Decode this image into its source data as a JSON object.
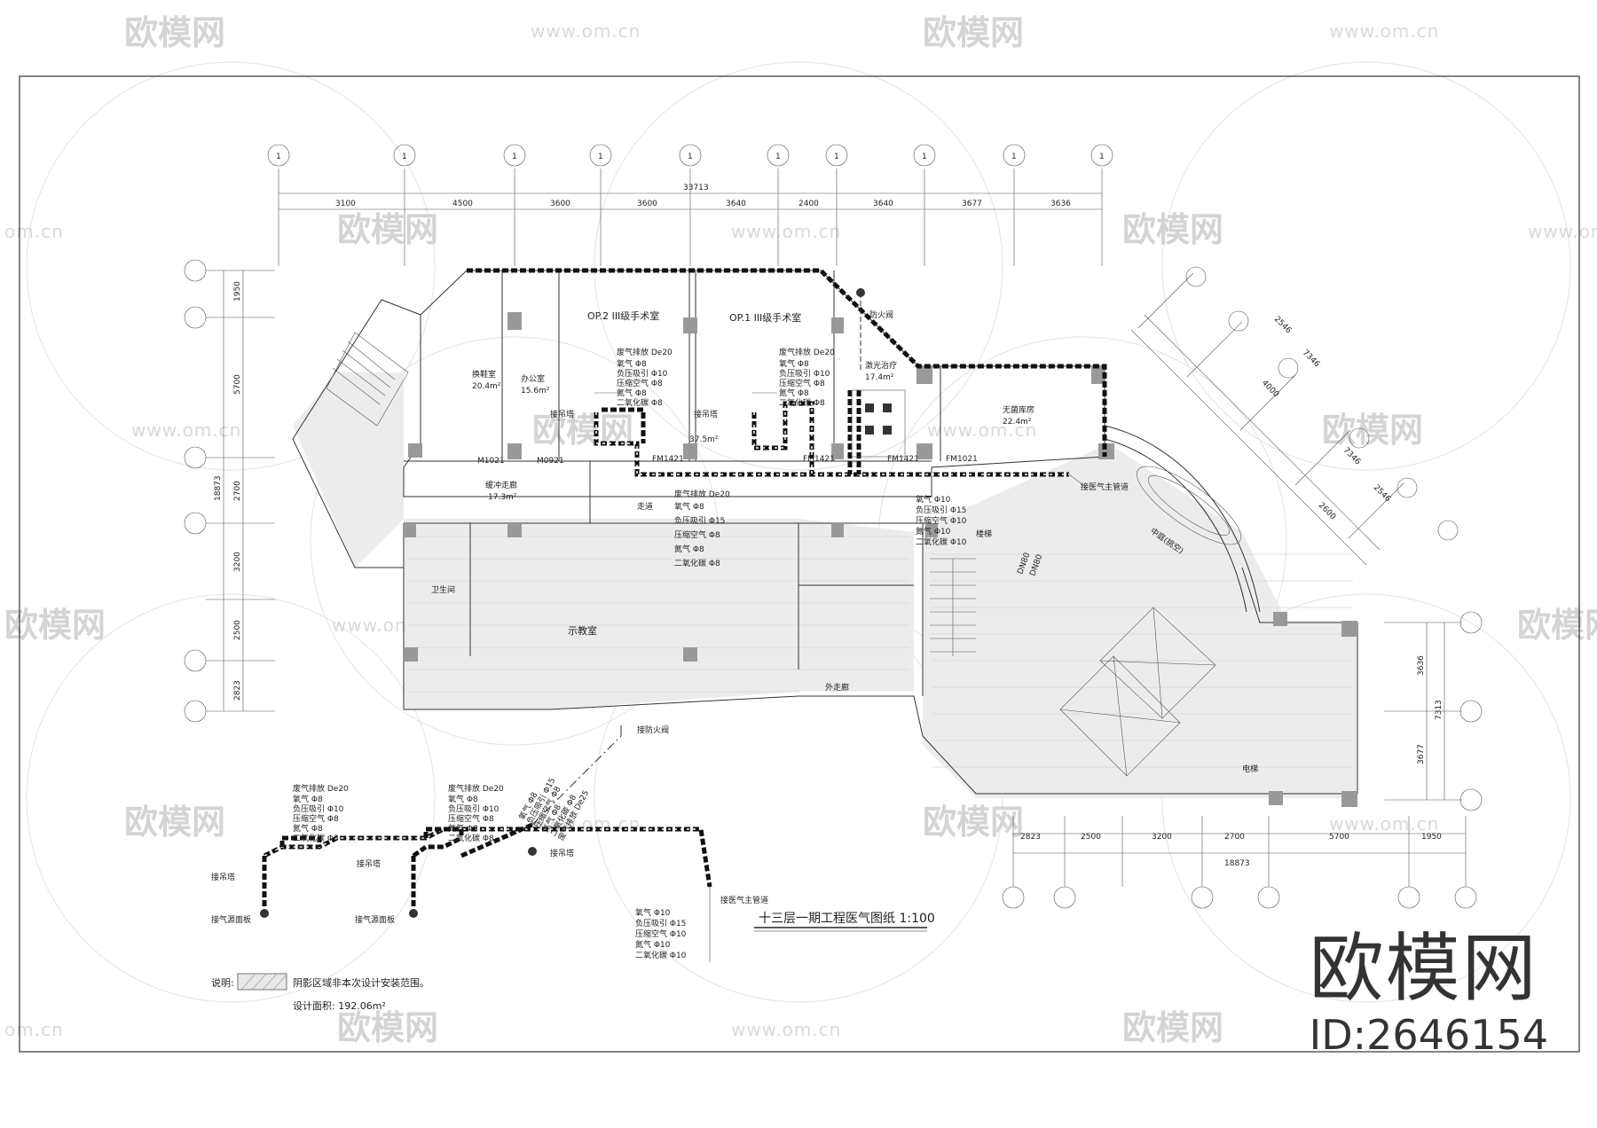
{
  "watermark": {
    "brand": "欧模网",
    "site": "www.om.cn",
    "site_short": "om.cn"
  },
  "brand_block": {
    "logo": "欧模网",
    "id": "ID:2646154"
  },
  "dimensions_top": {
    "total": "33713",
    "segments": [
      "3100",
      "4500",
      "3600",
      "3600",
      "3640",
      "2400",
      "3640",
      "3677",
      "3636"
    ]
  },
  "dimensions_left": {
    "total": "18873",
    "segments": [
      "1950",
      "5700",
      "2700",
      "3200",
      "2500",
      "2823"
    ]
  },
  "dimensions_right": {
    "total": "7313",
    "segments": [
      "3636",
      "3677"
    ]
  },
  "dimensions_bottom": {
    "total": "18873",
    "segments": [
      "2823",
      "2500",
      "3200",
      "2700",
      "5700",
      "1950"
    ]
  },
  "dimensions_diag": [
    "2546",
    "7346",
    "4000",
    "2546",
    "7346",
    "2600"
  ],
  "axis_marker": "1",
  "rooms": {
    "op2": "OP.2 III级手术室",
    "op1": "OP.1 III级手术室",
    "changing": "换鞋室",
    "changing_area": "20.4m²",
    "office": "办公室",
    "office_area": "15.6m²",
    "laser": "激光治疗",
    "laser_area": "17.4m²",
    "sterile": "无菌库房",
    "sterile_area": "22.4m²",
    "buffer": "缓冲走廊",
    "buffer_area": "17.3m²",
    "corridor_area": "37.5m²",
    "corridor": "走道",
    "classroom": "示教室",
    "outer_corridor": "外走廊",
    "toilet": "卫生间",
    "lobby": "中庭(挑空)",
    "stair": "楼梯",
    "lift": "电梯"
  },
  "doors": {
    "m1021": "M1021",
    "m0921": "M0921",
    "fm1421a": "FM1421",
    "fm1421b": "FM1421",
    "fm1421c": "FM1421",
    "fm1021": "FM1021"
  },
  "gas_list_op": [
    "废气排放 De20",
    "氧气 Φ8",
    "负压吸引 Φ10",
    "压缩空气 Φ8",
    "氮气 Φ8",
    "二氧化碳 Φ8"
  ],
  "gas_list_main": [
    "废气排放 De20",
    "氧气 Φ8",
    "负压吸引 Φ15",
    "压缩空气 Φ8",
    "氮气 Φ8",
    "二氧化碳 Φ8"
  ],
  "gas_list_laser": [
    "氧气 Φ10",
    "负压吸引 Φ15",
    "压缩空气 Φ10",
    "氮气 Φ10",
    "二氧化碳 Φ10"
  ],
  "gas_list_iso_main": [
    "氧气 Φ10",
    "负压吸引 Φ15",
    "压缩空气 Φ10",
    "氮气 Φ10",
    "二氧化碳 Φ10"
  ],
  "gas_list_iso_diag": [
    "氧气 Φ8",
    "负压吸引 Φ15",
    "压缩空气 Φ8",
    "氮气 Φ8",
    "二氧化碳 Φ8",
    "废气排放 De25"
  ],
  "labels": {
    "pendant_a": "接吊塔",
    "pendant_b": "接吊塔",
    "pendant_iso_a": "接吊塔",
    "pendant_iso_b": "接吊塔",
    "pendant_iso_c": "接吊塔",
    "main_pipe": "接医气主管道",
    "main_pipe_iso": "接医气主管道",
    "fire_damper": "防火阀",
    "fire_valve_iso": "接防火阀",
    "gas_panel_a": "接气源面板",
    "gas_panel_b": "接气源面板",
    "dn80": "DN80",
    "dn80b": "DN80"
  },
  "title": "十三层一期工程医气图纸 1:100",
  "note": {
    "label": "说明:",
    "text": "阴影区域非本次设计安装范围。",
    "area": "设计面积: 192.06m²"
  }
}
